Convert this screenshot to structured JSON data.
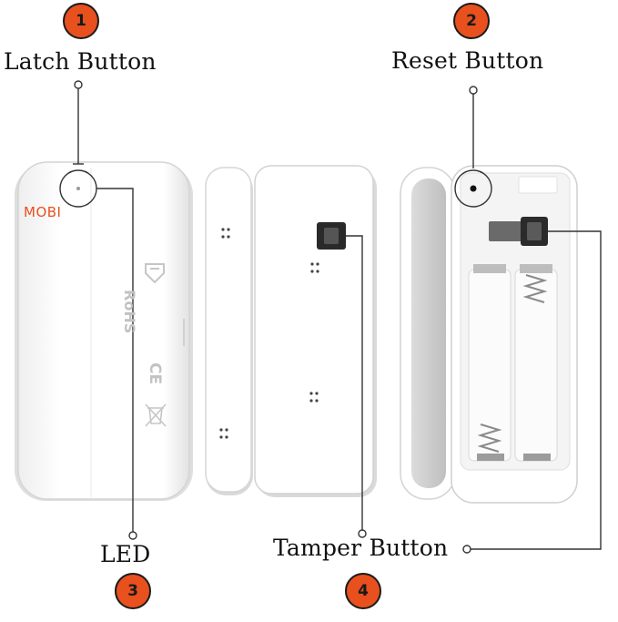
{
  "brand": {
    "logo_text": "MOBI",
    "logo_color": "#e8501e"
  },
  "device_marks": {
    "rohs": "RoHS",
    "ce": "CE"
  },
  "callouts": [
    {
      "number": "1",
      "label": "Latch Button"
    },
    {
      "number": "2",
      "label": "Reset Button"
    },
    {
      "number": "3",
      "label": "LED"
    },
    {
      "number": "4",
      "label": "Tamper Button"
    }
  ],
  "colors": {
    "badge": "#e8501e",
    "leader_line": "#333333",
    "device_body": "#ffffff",
    "device_shadow": "#d9d9d9"
  }
}
